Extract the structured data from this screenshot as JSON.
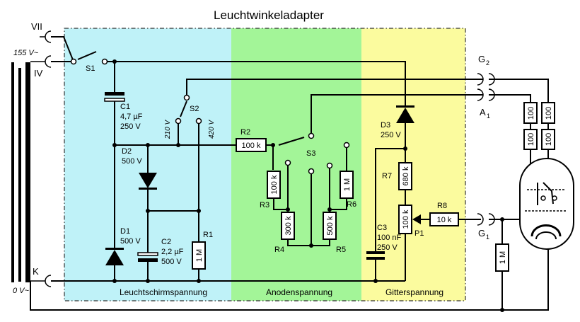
{
  "title": "Leuchtwinkeladapter",
  "sections": {
    "screen": "Leuchtschirmspannung",
    "anode": "Anodenspannung",
    "grid": "Gitterspannung"
  },
  "colors": {
    "screen_bg": "#bff2f8",
    "anode_bg": "#a3f598",
    "grid_bg": "#fbfb9e",
    "frame": "#333333"
  },
  "terminals": {
    "vii": "VII",
    "v155": "155 V~",
    "iv": "IV",
    "k": "K",
    "v0": "0 V~",
    "g2": "G",
    "g2_sub": "2",
    "a1": "A",
    "a1_sub": "1",
    "g1": "G",
    "g1_sub": "1"
  },
  "switches": {
    "s1": "S1",
    "s2": "S2",
    "s2_pos1": "210 V",
    "s2_pos2": "420 V",
    "s3": "S3"
  },
  "components": {
    "c1": "C1",
    "c1_val1": "4,7 µF",
    "c1_val2": "250 V",
    "d2": "D2",
    "d2_val": "500 V",
    "d1": "D1",
    "d1_val": "500 V",
    "c2": "C2",
    "c2_val1": "2,2 µF",
    "c2_val2": "500 V",
    "r1": "R1",
    "r1_val": "1 M",
    "r2": "R2",
    "r2_val": "100 k",
    "r3": "R3",
    "r3_val": "100 k",
    "r4": "R4",
    "r4_val": "300 k",
    "r5": "R5",
    "r5_val": "500 k",
    "r6": "R6",
    "r6_val": "1 M",
    "d3": "D3",
    "d3_val": "250 V",
    "r7": "R7",
    "r7_val": "680 k",
    "p1": "P1",
    "p1_val": "100 k",
    "c3": "C3",
    "c3_val1": "100 nF",
    "c3_val2": "250 V",
    "r8": "R8",
    "r8_val": "10 k",
    "tube_r_a": "100",
    "tube_r_b": "100",
    "tube_r_c": "100",
    "tube_r_d": "100",
    "grid_leak": "1 M"
  }
}
